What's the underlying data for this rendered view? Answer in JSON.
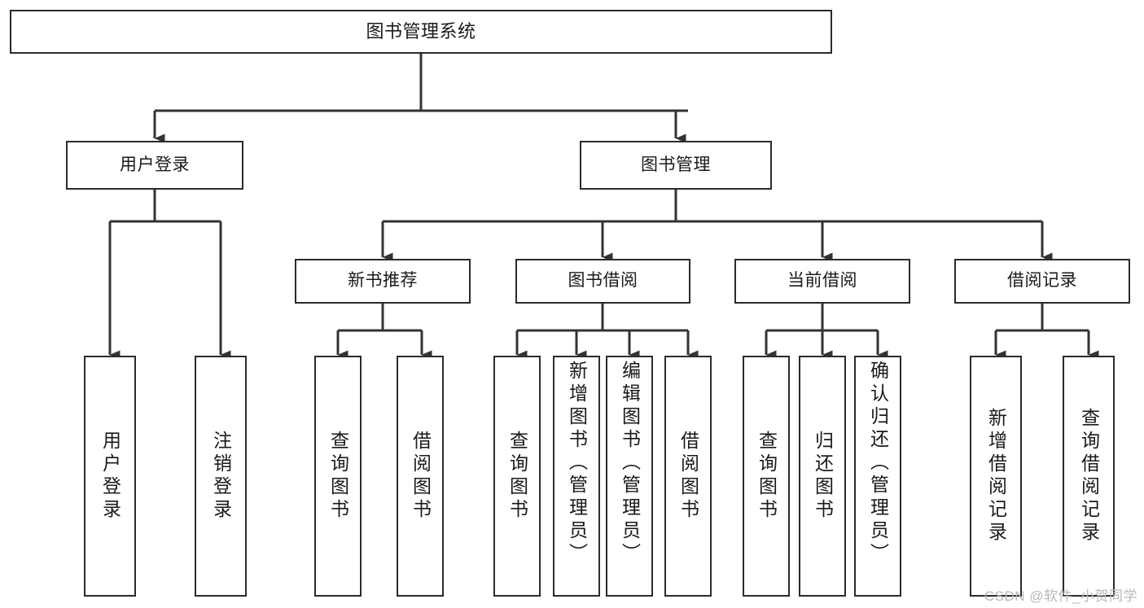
{
  "diagram": {
    "title": "图书管理系统",
    "type": "tree",
    "watermark": "CSDN @软件_小贺同学",
    "colors": {
      "box_border": "#2b2b2b",
      "box_fill": "#ffffff",
      "connector": "#333333",
      "text": "#1a1a1a",
      "watermark": "#b9b9b9"
    },
    "nodes": {
      "root": {
        "label": "图书管理系统",
        "level": 1,
        "orientation": "horizontal"
      },
      "user_login": {
        "label": "用户登录",
        "level": 2,
        "orientation": "horizontal"
      },
      "book_manage": {
        "label": "图书管理",
        "level": 2,
        "orientation": "horizontal"
      },
      "new_book_rec": {
        "label": "新书推荐",
        "level": 3,
        "orientation": "horizontal"
      },
      "book_borrow": {
        "label": "图书借阅",
        "level": 3,
        "orientation": "horizontal"
      },
      "current_borrow": {
        "label": "当前借阅",
        "level": 3,
        "orientation": "horizontal"
      },
      "borrow_record": {
        "label": "借阅记录",
        "level": 3,
        "orientation": "horizontal"
      },
      "leaf_user_login": {
        "label": "用户登录",
        "level": 3,
        "orientation": "vertical"
      },
      "leaf_logout": {
        "label": "注销登录",
        "level": 3,
        "orientation": "vertical"
      },
      "leaf_query_book_1": {
        "label": "查询图书",
        "level": 4,
        "orientation": "vertical"
      },
      "leaf_borrow_book_1": {
        "label": "借阅图书",
        "level": 4,
        "orientation": "vertical"
      },
      "leaf_query_book_2": {
        "label": "查询图书",
        "level": 4,
        "orientation": "vertical"
      },
      "leaf_add_book": {
        "label": "新增图书（管理员）",
        "level": 4,
        "orientation": "vertical"
      },
      "leaf_edit_book": {
        "label": "编辑图书（管理员）",
        "level": 4,
        "orientation": "vertical"
      },
      "leaf_borrow_book_2": {
        "label": "借阅图书",
        "level": 4,
        "orientation": "vertical"
      },
      "leaf_query_book_3": {
        "label": "查询图书",
        "level": 4,
        "orientation": "vertical"
      },
      "leaf_return_book": {
        "label": "归还图书",
        "level": 4,
        "orientation": "vertical"
      },
      "leaf_confirm_return": {
        "label": "确认归还（管理员）",
        "level": 4,
        "orientation": "vertical"
      },
      "leaf_add_record": {
        "label": "新增借阅记录",
        "level": 4,
        "orientation": "vertical"
      },
      "leaf_query_record": {
        "label": "查询借阅记录",
        "level": 4,
        "orientation": "vertical"
      }
    },
    "edges": [
      {
        "from": "root",
        "to": "user_login"
      },
      {
        "from": "root",
        "to": "book_manage"
      },
      {
        "from": "user_login",
        "to": "leaf_user_login"
      },
      {
        "from": "user_login",
        "to": "leaf_logout"
      },
      {
        "from": "book_manage",
        "to": "new_book_rec"
      },
      {
        "from": "book_manage",
        "to": "book_borrow"
      },
      {
        "from": "book_manage",
        "to": "current_borrow"
      },
      {
        "from": "book_manage",
        "to": "borrow_record"
      },
      {
        "from": "new_book_rec",
        "to": "leaf_query_book_1"
      },
      {
        "from": "new_book_rec",
        "to": "leaf_borrow_book_1"
      },
      {
        "from": "book_borrow",
        "to": "leaf_query_book_2"
      },
      {
        "from": "book_borrow",
        "to": "leaf_add_book"
      },
      {
        "from": "book_borrow",
        "to": "leaf_edit_book"
      },
      {
        "from": "book_borrow",
        "to": "leaf_borrow_book_2"
      },
      {
        "from": "current_borrow",
        "to": "leaf_query_book_3"
      },
      {
        "from": "current_borrow",
        "to": "leaf_return_book"
      },
      {
        "from": "current_borrow",
        "to": "leaf_confirm_return"
      },
      {
        "from": "borrow_record",
        "to": "leaf_add_record"
      },
      {
        "from": "borrow_record",
        "to": "leaf_query_record"
      }
    ]
  }
}
